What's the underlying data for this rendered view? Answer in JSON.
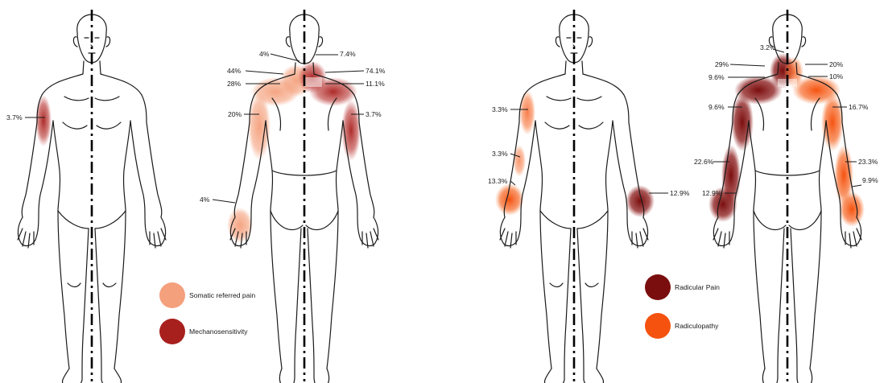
{
  "colors": {
    "somatic": "#f4a07c",
    "mechano": "#a8201e",
    "radicular": "#7a0e0e",
    "radiculopathy": "#f5520f",
    "outline": "#1a1a1a"
  },
  "legend_left": [
    {
      "label": "Somatic referred pain",
      "color": "#f4a07c"
    },
    {
      "label": "Mechanosensitivity",
      "color": "#a8201e"
    }
  ],
  "legend_right": [
    {
      "label": "Radicular Pain",
      "color": "#7a0e0e"
    },
    {
      "label": "Radiculopathy",
      "color": "#f5520f"
    }
  ],
  "figures": [
    {
      "id": "front-left",
      "view": "front",
      "labels": [
        {
          "text": "3.7%"
        }
      ]
    },
    {
      "id": "back-left",
      "view": "back",
      "labels": [
        {
          "text": "4%"
        },
        {
          "text": "7.4%"
        },
        {
          "text": "44%"
        },
        {
          "text": "74.1%"
        },
        {
          "text": "28%"
        },
        {
          "text": "11.1%"
        },
        {
          "text": "20%"
        },
        {
          "text": "3.7%"
        },
        {
          "text": "4%"
        }
      ]
    },
    {
      "id": "front-right",
      "view": "front",
      "labels": [
        {
          "text": "3.3%"
        },
        {
          "text": "3.3%"
        },
        {
          "text": "13.3%"
        },
        {
          "text": "12.9%"
        }
      ]
    },
    {
      "id": "back-right",
      "view": "back",
      "labels": [
        {
          "text": "3.2%"
        },
        {
          "text": "29%"
        },
        {
          "text": "20%"
        },
        {
          "text": "9.6%"
        },
        {
          "text": "10%"
        },
        {
          "text": "9.6%"
        },
        {
          "text": "16.7%"
        },
        {
          "text": "22.6%"
        },
        {
          "text": "23.3%"
        },
        {
          "text": "12.9%"
        },
        {
          "text": "9.9%"
        }
      ]
    }
  ]
}
